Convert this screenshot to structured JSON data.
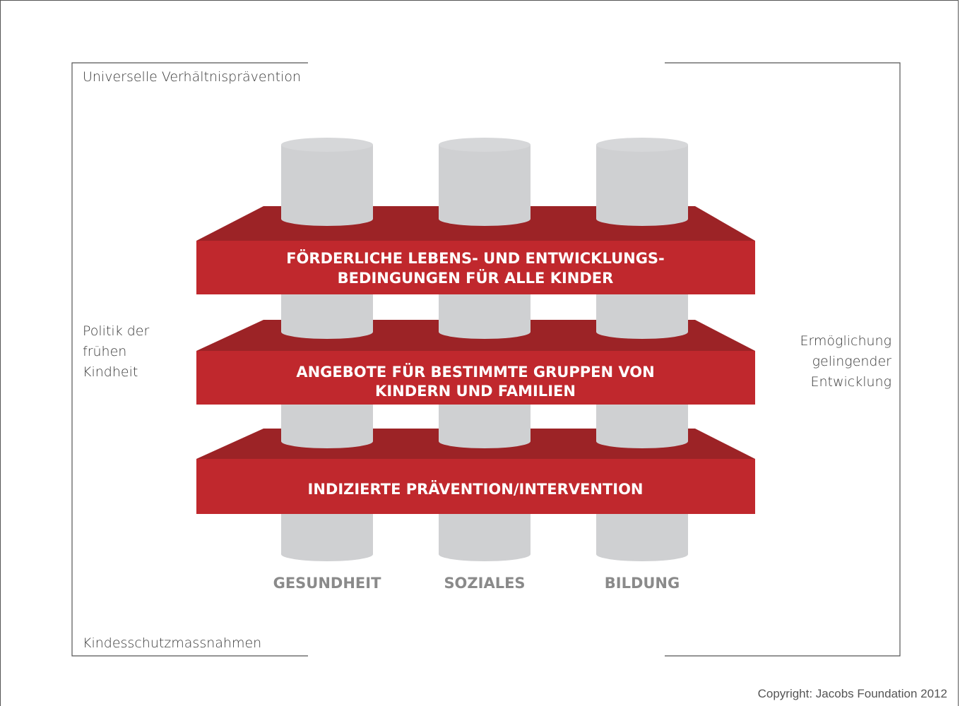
{
  "corner_labels": {
    "top_left": "Universelle Verhältnisprävention",
    "bottom_left": "Kindesschutzmassnahmen"
  },
  "left_label_lines": [
    "Politik der",
    "frühen",
    "Kindheit"
  ],
  "right_label_lines": [
    "Ermöglichung",
    "gelingender",
    "Entwicklung"
  ],
  "shelves": [
    {
      "lines": [
        "FÖRDERLICHE LEBENS- UND ENTWICKLUNGS-",
        "BEDINGUNGEN FÜR ALLE KINDER"
      ]
    },
    {
      "lines": [
        "ANGEBOTE FÜR BESTIMMTE GRUPPEN VON",
        "KINDERN UND FAMILIEN"
      ]
    },
    {
      "lines": [
        "INDIZIERTE PRÄVENTION/INTERVENTION"
      ]
    }
  ],
  "pillars": [
    "GESUNDHEIT",
    "SOZIALES",
    "BILDUNG"
  ],
  "copyright": "Copyright: Jacobs Foundation 2012",
  "colors": {
    "shelf_front": "#c0282d",
    "shelf_top": "#9c2326",
    "pillar": "#cfd0d2",
    "pillar_top": "#d3d4d6",
    "pillar_label": "#8a8a8a"
  }
}
